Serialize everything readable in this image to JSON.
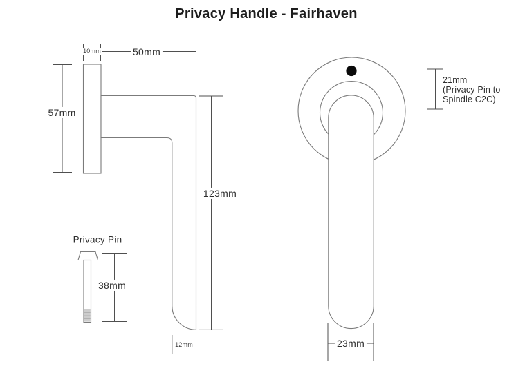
{
  "title": "Privacy Handle - Fairhaven",
  "side_view": {
    "dim_plate_thickness": "10mm",
    "dim_projection": "50mm",
    "dim_plate_height": "57mm",
    "dim_handle_drop": "123mm",
    "dim_grip_thickness": "12mm"
  },
  "privacy_pin": {
    "label": "Privacy Pin",
    "dim_length": "38mm"
  },
  "front_view": {
    "dim_pin_to_spindle_value": "21mm",
    "dim_pin_to_spindle_note_line1": "(Privacy Pin to",
    "dim_pin_to_spindle_note_line2": "Spindle C2C)",
    "dim_grip_width": "23mm"
  },
  "colors": {
    "outline": "#7b7b7b",
    "dimension": "#4f4f4f",
    "text": "#2e2e2e",
    "pin_dot": "#0a0a0a",
    "thread_fill": "#cdcdcd"
  }
}
